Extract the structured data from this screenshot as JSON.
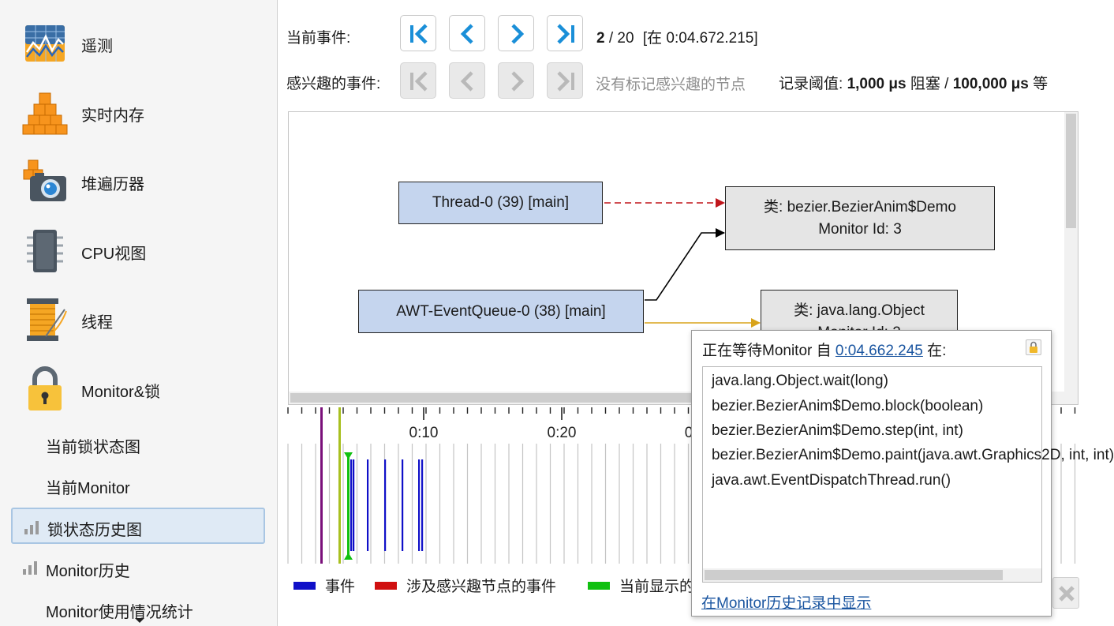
{
  "sidebar": {
    "items": [
      {
        "label": "遥测",
        "icon": "telemetry-chart-icon"
      },
      {
        "label": "实时内存",
        "icon": "memory-cubes-icon"
      },
      {
        "label": "堆遍历器",
        "icon": "heap-camera-icon"
      },
      {
        "label": "CPU视图",
        "icon": "cpu-chip-icon"
      },
      {
        "label": "线程",
        "icon": "thread-spool-icon"
      },
      {
        "label": "Monitor&锁",
        "icon": "padlock-icon"
      }
    ],
    "subitems": [
      {
        "label": "当前锁状态图"
      },
      {
        "label": "当前Monitor"
      },
      {
        "label": "锁状态历史图",
        "selected": true,
        "icon": "bar-chart-icon"
      },
      {
        "label": "Monitor历史",
        "icon": "bar-chart-icon"
      },
      {
        "label": "Monitor使用情况统计"
      }
    ],
    "scroll_more_icon": "triangle-down-icon"
  },
  "toolbar": {
    "current_event_label": "当前事件:",
    "interesting_event_label": "感兴趣的事件:",
    "event_current": "2",
    "event_total": "/ 20",
    "event_time": "[在 0:04.672.215]",
    "no_marked_text": "没有标记感兴趣的节点",
    "threshold_label": "记录阈值:",
    "threshold_block_value": "1,000 μs",
    "threshold_block_text": "阻塞 /",
    "threshold_wait_value": "100,000 μs",
    "threshold_wait_text": "等",
    "buttons": [
      "first-icon",
      "previous-icon",
      "next-icon",
      "last-icon"
    ]
  },
  "graph": {
    "nodes": [
      {
        "id": "thread0",
        "kind": "thread",
        "lines": [
          "Thread-0 (39) [main]"
        ]
      },
      {
        "id": "monitor1",
        "kind": "monitor",
        "lines": [
          "类: bezier.BezierAnim$Demo",
          "Monitor Id: 3"
        ]
      },
      {
        "id": "awt",
        "kind": "thread",
        "lines": [
          "AWT-EventQueue-0 (38) [main]"
        ]
      },
      {
        "id": "monitor2",
        "kind": "monitor",
        "lines": [
          "类: java.lang.Object",
          "Monitor Id: 2"
        ]
      }
    ],
    "edges": [
      {
        "from": "thread0",
        "to": "monitor1",
        "style": "dashed",
        "color": "#c0161c"
      },
      {
        "from": "awt",
        "to": "monitor1",
        "style": "solid",
        "color": "#000000"
      },
      {
        "from": "awt",
        "to": "monitor2",
        "style": "solid",
        "color": "#d8a31a"
      }
    ]
  },
  "timeline": {
    "tick_labels": [
      "0:10",
      "0:20",
      "0"
    ],
    "colors": {
      "event": "#1010c8",
      "interesting": "#d01010",
      "current": "#10c010",
      "marker_purple": "#7a107a",
      "marker_olive": "#a8c020"
    }
  },
  "legend": {
    "items": [
      {
        "label": "事件",
        "color": "#1010c8"
      },
      {
        "label": "涉及感兴趣节点的事件",
        "color": "#d01010"
      },
      {
        "label": "当前显示的",
        "color": "#10c010"
      }
    ]
  },
  "popup": {
    "header_prefix": "正在等待Monitor 自",
    "header_time": "0:04.662.245",
    "header_suffix": "在:",
    "lock_icon": "lock-icon",
    "stack": [
      "java.lang.Object.wait(long)",
      "bezier.BezierAnim$Demo.block(boolean)",
      "bezier.BezierAnim$Demo.step(int, int)",
      "bezier.BezierAnim$Demo.paint(java.awt.Graphics2D, int, int)",
      "java.awt.EventDispatchThread.run()"
    ],
    "link": "在Monitor历史记录中显示"
  }
}
